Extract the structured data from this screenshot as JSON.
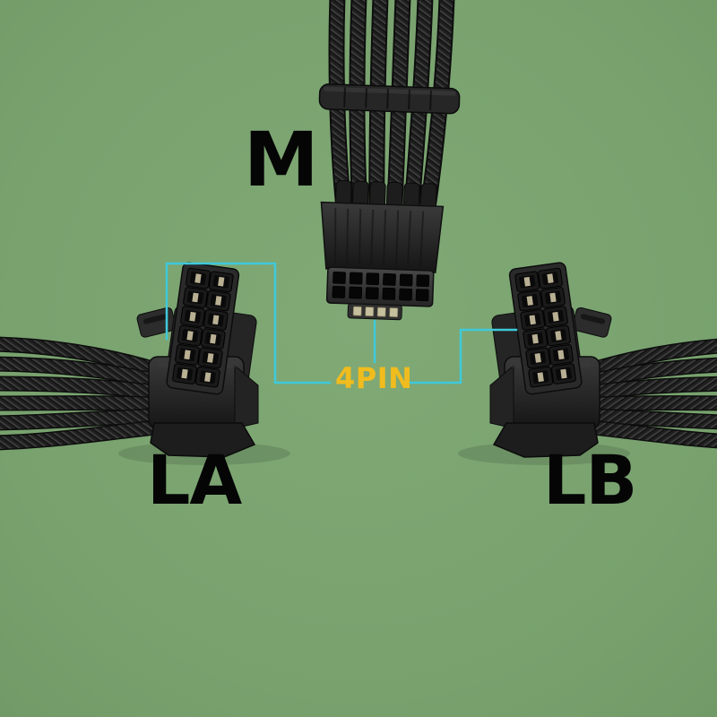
{
  "photo": {
    "alt": "Three black braided-sleeve PC power cable connectors on a green background: one straight 12+4-pin male connector at top with cables held by a black cable comb, and two right-angle connectors at lower left and lower right; cyan callout lines link the 4-pin sense contacts of each connector to a central label",
    "background_color": "#7ba471",
    "callout_color": "#3fc9da",
    "cable_color": "#1f1f1f",
    "connector_color": "#262626",
    "pin_metal_color": "#b9b094"
  },
  "labels": {
    "m": "M",
    "la": "LA",
    "lb": "LB",
    "pin4": "4PIN",
    "pin4_color": "#f0bc1e",
    "connector_label_color": "#000000"
  }
}
